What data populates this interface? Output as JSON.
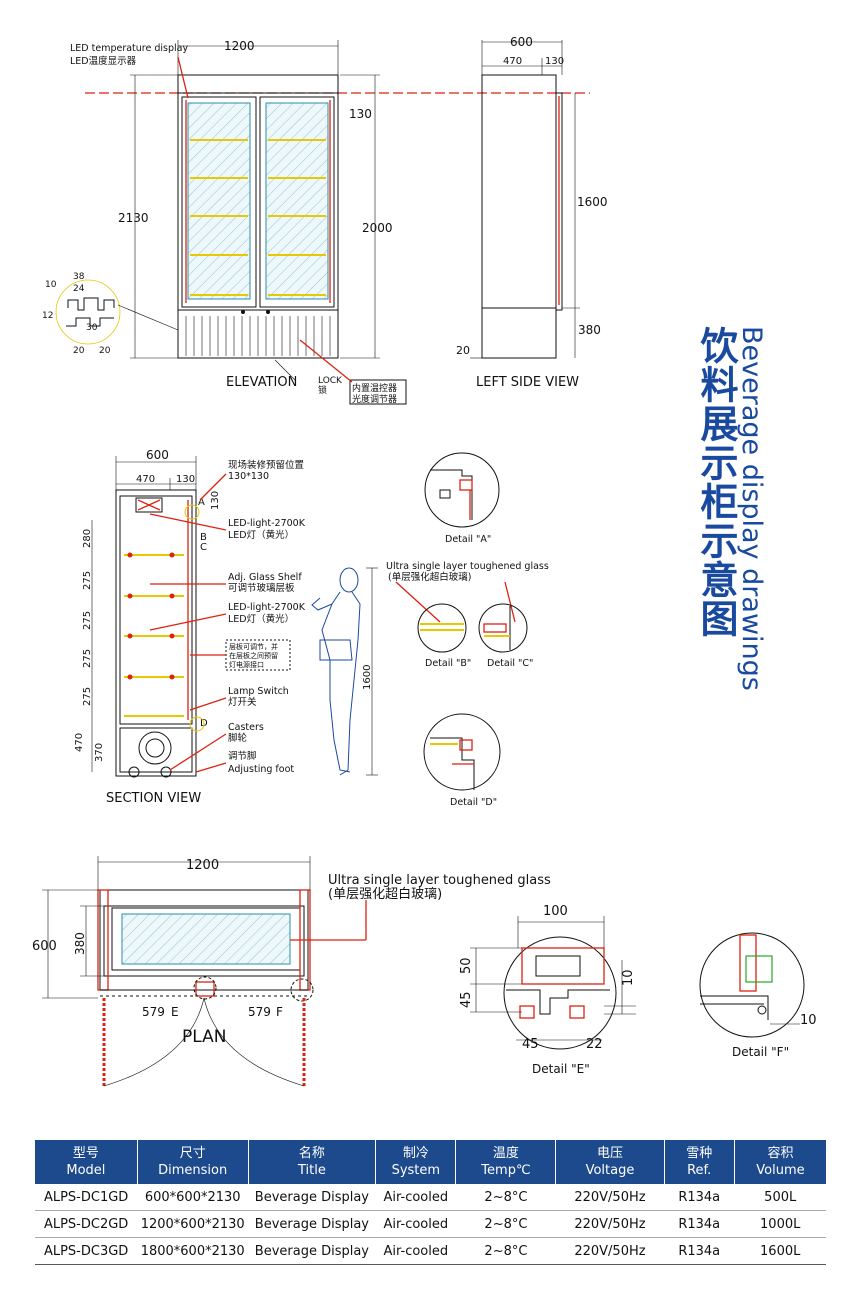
{
  "title_cn": "饮料展示柜示意图",
  "title_en": "Beverage display drawings",
  "elevation": {
    "label": "ELEVATION",
    "led_display_en": "LED temperature display",
    "led_display_cn": "LED温度显示器",
    "dim_width": "1200",
    "dim_total_height": "2130",
    "dim_door_height": "2000",
    "dim_top": "130",
    "lock_en": "LOCK",
    "lock_cn": "锁",
    "controller_cn_1": "内置温控器",
    "controller_cn_2": "光度调节器",
    "detail_dims": [
      "38",
      "24",
      "10",
      "12",
      "30",
      "20",
      "20"
    ]
  },
  "left_side": {
    "label": "LEFT SIDE VIEW",
    "dim_depth": "600",
    "dim_470": "470",
    "dim_130": "130",
    "dim_1600": "1600",
    "dim_380": "380",
    "dim_20": "20"
  },
  "section": {
    "label": "SECTION VIEW",
    "dim_depth": "600",
    "dim_470": "470",
    "dim_130": "130",
    "dim_130v": "130",
    "reserve_cn": "现场装修预留位置",
    "reserve_dim": "130*130",
    "led_light_en": "LED-light-2700K",
    "led_light_cn": "LED灯（黄光）",
    "shelf_en": "Adj. Glass Shelf",
    "shelf_cn": "可调节玻璃层板",
    "led_light2_en": "LED-light-2700K",
    "led_light2_cn": "LED灯（黄光）",
    "shelf_note_1": "层板可调节，并",
    "shelf_note_2": "在层板之间预留",
    "shelf_note_3": "灯电源接口",
    "lamp_switch_en": "Lamp Switch",
    "lamp_switch_cn": "灯开关",
    "casters_en": "Casters",
    "casters_cn": "脚轮",
    "foot_cn": "调节脚",
    "foot_en": "Adjusting foot",
    "markers": [
      "A",
      "B",
      "C",
      "D"
    ],
    "vert_dims": [
      "280",
      "275",
      "275",
      "275",
      "275",
      "470",
      "370"
    ],
    "person_height": "1600"
  },
  "details": {
    "a": "Detail \"A\"",
    "glass_en": "Ultra single layer toughened glass",
    "glass_cn": "(单层强化超白玻璃)",
    "b": "Detail \"B\"",
    "c": "Detail \"C\"",
    "d": "Detail \"D\""
  },
  "plan": {
    "label": "PLAN",
    "dim_width": "1200",
    "dim_600": "600",
    "dim_380": "380",
    "dim_579_left": "579",
    "dim_579_right": "579",
    "mark_e": "E",
    "mark_f": "F",
    "glass_en": "Ultra single layer toughened glass",
    "glass_cn": "(单层强化超白玻璃)"
  },
  "detail_e": {
    "label": "Detail \"E\"",
    "dims": [
      "100",
      "50",
      "45",
      "10",
      "45",
      "22"
    ]
  },
  "detail_f": {
    "label": "Detail \"F\"",
    "dim": "10"
  },
  "colors": {
    "accent_blue": "#1d4a8c",
    "title_blue": "#1a4aa0",
    "red_line": "#d21111",
    "yellow_line": "#e8c800"
  },
  "spec_table": {
    "headers": [
      {
        "cn": "型号",
        "en": "Model"
      },
      {
        "cn": "尺寸",
        "en": "Dimension"
      },
      {
        "cn": "名称",
        "en": "Title"
      },
      {
        "cn": "制冷",
        "en": "System"
      },
      {
        "cn": "温度",
        "en": "Temp℃"
      },
      {
        "cn": "电压",
        "en": "Voltage"
      },
      {
        "cn": "雪种",
        "en": "Ref."
      },
      {
        "cn": "容积",
        "en": "Volume"
      }
    ],
    "rows": [
      [
        "ALPS-DC1GD",
        "600*600*2130",
        "Beverage Display",
        "Air-cooled",
        "2~8°C",
        "220V/50Hz",
        "R134a",
        "500L"
      ],
      [
        "ALPS-DC2GD",
        "1200*600*2130",
        "Beverage Display",
        "Air-cooled",
        "2~8°C",
        "220V/50Hz",
        "R134a",
        "1000L"
      ],
      [
        "ALPS-DC3GD",
        "1800*600*2130",
        "Beverage Display",
        "Air-cooled",
        "2~8°C",
        "220V/50Hz",
        "R134a",
        "1600L"
      ]
    ]
  }
}
